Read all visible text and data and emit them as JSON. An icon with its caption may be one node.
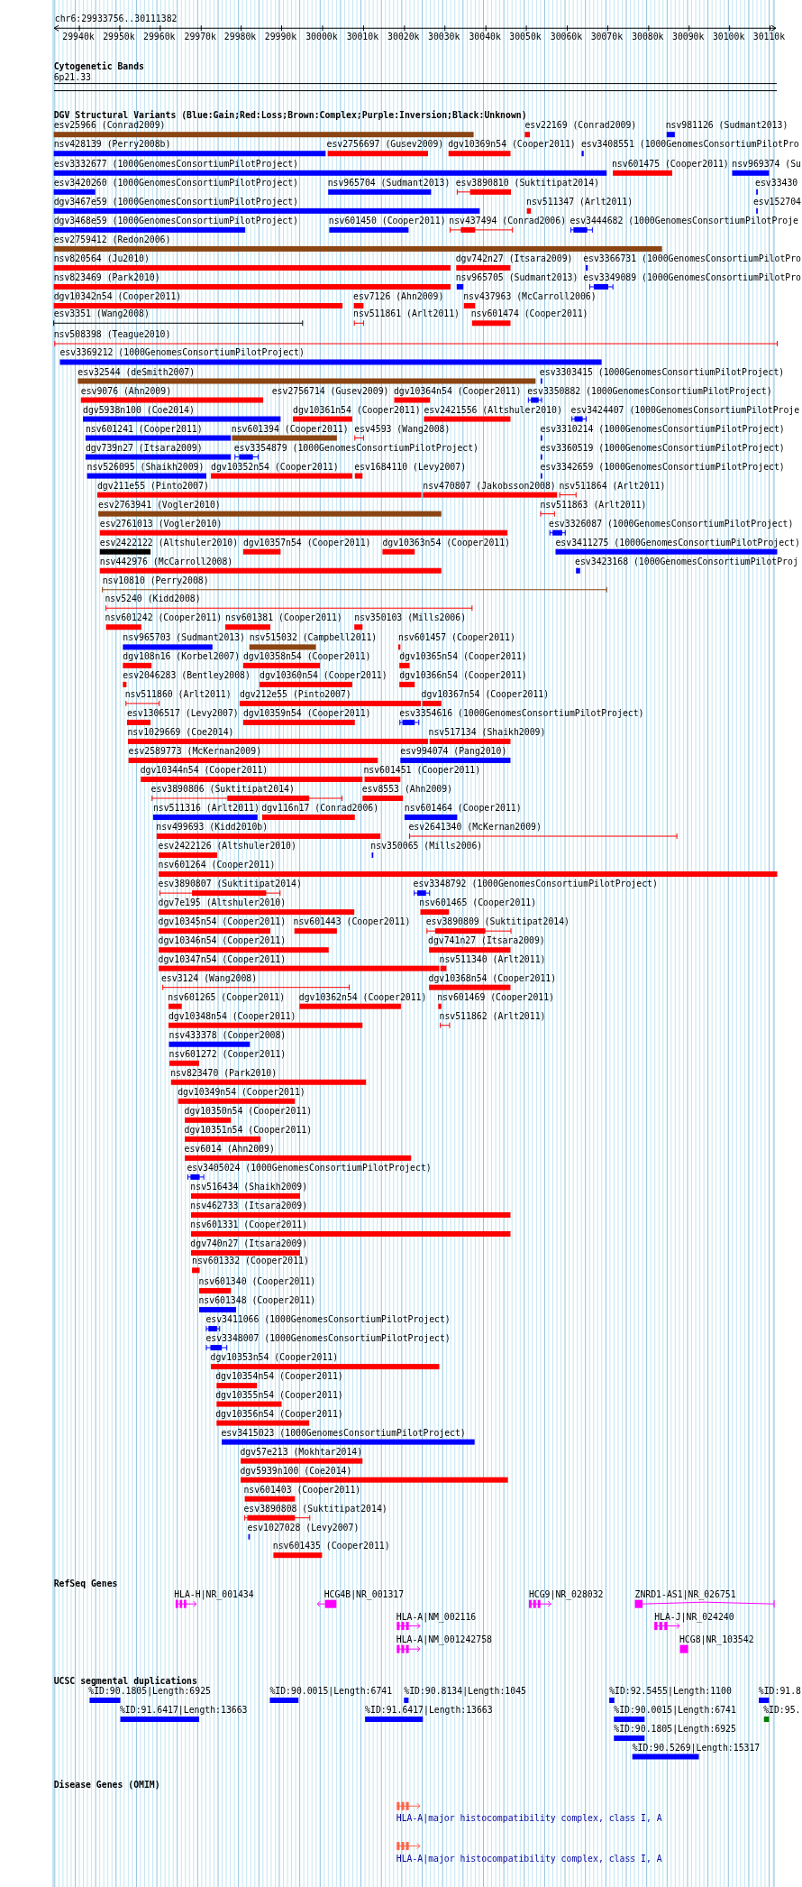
{
  "diagram": {
    "labels": [
      "chr6:29933756..30111382",
      "29940k",
      "29950k",
      "29960k",
      "29970k",
      "29980k",
      "29990k",
      "30000k",
      "30010k",
      "30020k",
      "30030k",
      "30040k",
      "30050k",
      "30060k",
      "30070k",
      "30080k",
      "30090k",
      "30100k",
      "30110k",
      "Cytogenetic Bands",
      "6p21.33",
      "DGV Structural Variants (Blue:Gain;Red:Loss;Brown:Complex;Purple:Inversion;Black:Unknown)",
      "esv25966 (Conrad2009)",
      "esv22169 (Conrad2009)",
      "nsv981126 (Sudmant2013)",
      "nsv428139 (Perry2008b)",
      "esv2756697 (Gusev2009)",
      "dgv10369n54 (Cooper2011)",
      "esv3408551 (1000GenomesConsortiumPilotPro",
      "esv3332677 (1000GenomesConsortiumPilotProject)",
      "nsv601475 (Cooper2011)",
      "nsv969374 (Su",
      "esv3420260 (1000GenomesConsortiumPilotProject)",
      "nsv965704 (Sudmant2013)",
      "esv3890810 (Suktitipat2014)",
      "esv33430",
      "dgv3467e59 (1000GenomesConsortiumPilotProject)",
      "nsv511347 (Arlt2011)",
      "esv152704",
      "dgv3468e59 (1000GenomesConsortiumPilotProject)",
      "nsv601450 (Cooper2011)",
      "nsv437494 (Conrad2006)",
      "esv3444682 (1000GenomesConsortiumPilotProje",
      "esv2759412 (Redon2006)",
      "nsv820564 (Ju2010)",
      "dgv742n27 (Itsara2009)",
      "esv3366731 (1000GenomesConsortiumPilotPro",
      "nsv823469 (Park2010)",
      "nsv965705 (Sudmant2013)",
      "esv3349089 (1000GenomesConsortiumPilotPro",
      "dgv10342n54 (Cooper2011)",
      "esv7126 (Ahn2009)",
      "nsv437963 (McCarroll2006)",
      "esv3351 (Wang2008)",
      "nsv511861 (Arlt2011)",
      "nsv601474 (Cooper2011)",
      "nsv508398 (Teague2010)",
      "esv3369212 (1000GenomesConsortiumPilotProject)",
      "esv32544 (deSmith2007)",
      "esv3303415 (1000GenomesConsortiumPilotProject)",
      "esv9076 (Ahn2009)",
      "esv2756714 (Gusev2009)",
      "dgv10364n54 (Cooper2011)",
      "esv3350882 (1000GenomesConsortiumPilotProject)",
      "dgv5938n100 (Coe2014)",
      "dgv10361n54 (Cooper2011)",
      "esv2421556 (Altshuler2010)",
      "esv3424407 (1000GenomesConsortiumPilotProje",
      "nsv601241 (Cooper2011)",
      "nsv601394 (Cooper2011)",
      "esv4593 (Wang2008)",
      "esv3310214 (1000GenomesConsortiumPilotProject)",
      "dgv739n27 (Itsara2009)",
      "esv3354879 (1000GenomesConsortiumPilotProject)",
      "esv3360519 (1000GenomesConsortiumPilotProject)",
      "nsv526095 (Shaikh2009)",
      "dgv10352n54 (Cooper2011)",
      "esv1684110 (Levy2007)",
      "esv3342659 (1000GenomesConsortiumPilotProject)",
      "dgv211e55 (Pinto2007)",
      "nsv470807 (Jakobsson2008)",
      "nsv511864 (Arlt2011)",
      "esv2763941 (Vogler2010)",
      "nsv511863 (Arlt2011)",
      "esv2761013 (Vogler2010)",
      "esv3326087 (1000GenomesConsortiumPilotProject)",
      "esv2422122 (Altshuler2010)",
      "dgv10357n54 (Cooper2011)",
      "dgv10363n54 (Cooper2011)",
      "esv3411275 (1000GenomesConsortiumPilotProject)",
      "nsv442976 (McCarroll2008)",
      "esv3423168 (1000GenomesConsortiumPilotProj",
      "nsv10810 (Perry2008)",
      "nsv5240 (Kidd2008)",
      "nsv601242 (Cooper2011)",
      "nsv601381 (Cooper2011)",
      "nsv350103 (Mills2006)",
      "nsv965703 (Sudmant2013)",
      "nsv515032 (Campbell2011)",
      "nsv601457 (Cooper2011)",
      "dgv108n16 (Korbel2007)",
      "dgv10358n54 (Cooper2011)",
      "dgv10365n54 (Cooper2011)",
      "esv2046283 (Bentley2008)",
      "dgv10360n54 (Cooper2011)",
      "dgv10366n54 (Cooper2011)",
      "nsv511860 (Arlt2011)",
      "dgv212e55 (Pinto2007)",
      "dgv10367n54 (Cooper2011)",
      "esv1306517 (Levy2007)",
      "dgv10359n54 (Cooper2011)",
      "esv3354616 (1000GenomesConsortiumPilotProject)",
      "nsv1029669 (Coe2014)",
      "nsv517134 (Shaikh2009)",
      "esv2589773 (McKernan2009)",
      "esv994074 (Pang2010)",
      "dgv10344n54 (Cooper2011)",
      "nsv601451 (Cooper2011)",
      "esv3890806 (Suktitipat2014)",
      "esv8553 (Ahn2009)",
      "nsv511316 (Arlt2011)",
      "dgv116n17 (Conrad2006)",
      "nsv601464 (Cooper2011)",
      "nsv499693 (Kidd2010b)",
      "esv2641340 (McKernan2009)",
      "esv2422126 (Altshuler2010)",
      "nsv350065 (Mills2006)",
      "nsv601264 (Cooper2011)",
      "esv3890807 (Suktitipat2014)",
      "esv3348792 (1000GenomesConsortiumPilotProject)",
      "dgv7e195 (Altshuler2010)",
      "nsv601465 (Cooper2011)",
      "dgv10345n54 (Cooper2011)",
      "nsv601443 (Cooper2011)",
      "esv3890809 (Suktitipat2014)",
      "dgv10346n54 (Cooper2011)",
      "dgv741n27 (Itsara2009)",
      "dgv10347n54 (Cooper2011)",
      "nsv511340 (Arlt2011)",
      "esv3124 (Wang2008)",
      "dgv10368n54 (Cooper2011)",
      "nsv601265 (Cooper2011)",
      "dgv10362n54 (Cooper2011)",
      "nsv601469 (Cooper2011)",
      "dgv10348n54 (Cooper2011)",
      "nsv511862 (Arlt2011)",
      "nsv433378 (Cooper2008)",
      "nsv601272 (Cooper2011)",
      "nsv823470 (Park2010)",
      "dgv10349n54 (Cooper2011)",
      "dgv10350n54 (Cooper2011)",
      "dgv10351n54 (Cooper2011)",
      "esv6014 (Ahn2009)",
      "esv3405024 (1000GenomesConsortiumPilotProject)",
      "nsv516434 (Shaikh2009)",
      "nsv462733 (Itsara2009)",
      "nsv601331 (Cooper2011)",
      "dgv740n27 (Itsara2009)",
      "nsv601332 (Cooper2011)",
      "nsv601340 (Cooper2011)",
      "nsv601348 (Cooper2011)",
      "esv3411066 (1000GenomesConsortiumPilotProject)",
      "esv3348007 (1000GenomesConsortiumPilotProject)",
      "dgv10353n54 (Cooper2011)",
      "dgv10354n54 (Cooper2011)",
      "dgv10355n54 (Cooper2011)",
      "dgv10356n54 (Cooper2011)",
      "esv3415023 (1000GenomesConsortiumPilotProject)",
      "dgv57e213 (Mokhtar2014)",
      "dgv5939n100 (Coe2014)",
      "nsv601403 (Cooper2011)",
      "esv3890808 (Suktitipat2014)",
      "esv1027028 (Levy2007)",
      "nsv601435 (Cooper2011)",
      "RefSeq Genes",
      "HLA-H|NR_001434",
      "HCG4B|NR_001317",
      "HCG9|NR_028032",
      "ZNRD1-AS1|NR_026751",
      "HLA-A|NM_002116",
      "HLA-J|NR_024240",
      "HLA-A|NM_001242758",
      "HCG8|NR_103542",
      "UCSC segmental duplications",
      "%ID:90.1805|Length:6925",
      "%ID:90.0015|Length:6741",
      "%ID:90.8134|Length:1045",
      "%ID:92.5455|Length:1100",
      "%ID:91.8",
      "%ID:91.6417|Length:13663",
      "%ID:91.6417|Length:13663",
      "%ID:90.0015|Length:6741",
      "%ID:95.",
      "%ID:90.1805|Length:6925",
      "%ID:90.5269|Length:15317",
      "Disease Genes (OMIM)",
      "HLA-A|major histocompatibility complex, class I, A",
      "HLA-A|major histocompatibility complex, class I, A"
    ]
  }
}
